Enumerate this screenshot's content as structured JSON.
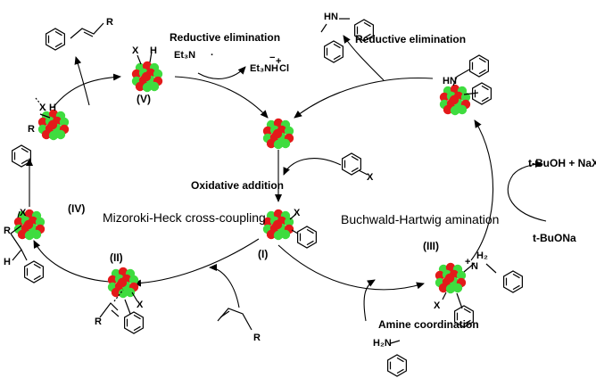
{
  "labels": {
    "reductive_elimination_left": "Reductive elimination",
    "reductive_elimination_right": "Reductive elimination",
    "oxidative_addition": "Oxidative addition",
    "amine_coordination": "Amine coordination",
    "mizoroki_heck": "Mizoroki-Heck cross-coupling",
    "buchwald_hartwig": "Buchwald-Hartwig amination",
    "base_in": "t-BuONa",
    "byproduct_out": "t-BuOH + NaX",
    "et3n": "Et₃N",
    "et3nh_cl": "Et₃NH",
    "cl": "Cl",
    "minus": "−",
    "plus": "+"
  },
  "intermediates": {
    "I": "(I)",
    "II": "(II)",
    "III": "(III)",
    "IV": "(IV)",
    "V": "(V)"
  },
  "atoms": {
    "X": "X",
    "H": "H",
    "R": "R",
    "HN": "HN",
    "N": "N",
    "H2": "H₂",
    "H2N": "H₂N"
  },
  "colors": {
    "particle_green": "#3fdc3f",
    "particle_red": "#e31a1a",
    "line": "#000000"
  }
}
